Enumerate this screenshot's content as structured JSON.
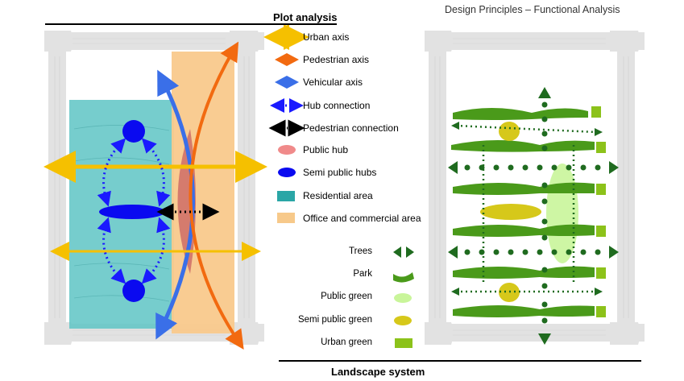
{
  "headers": {
    "plot_analysis": "Plot analysis",
    "design_principles": "Design Principles – Functional Analysis",
    "landscape_system": "Landscape system"
  },
  "plot_legend": [
    {
      "label": "Urban axis",
      "icon": "urban-axis-icon",
      "color": "#f5c000"
    },
    {
      "label": "Pedestrian axis",
      "icon": "pedestrian-axis-icon",
      "color": "#f26a10"
    },
    {
      "label": "Vehicular axis",
      "icon": "vehicular-axis-icon",
      "color": "#3a6fe8"
    },
    {
      "label": "Hub connection",
      "icon": "hub-connection-icon",
      "color": "#1a1aff"
    },
    {
      "label": "Pedestrian connection",
      "icon": "pedestrian-connection-icon",
      "color": "#000000"
    },
    {
      "label": "Public hub",
      "icon": "public-hub-icon",
      "color": "#f08a8a"
    },
    {
      "label": "Semi public hubs",
      "icon": "semi-public-hub-icon",
      "color": "#0a0af0"
    },
    {
      "label": "Residential area",
      "icon": "residential-area-icon",
      "color": "#2aa6a6"
    },
    {
      "label": "Office and commercial area",
      "icon": "office-area-icon",
      "color": "#f7c98a"
    }
  ],
  "landscape_legend": [
    {
      "label": "Trees",
      "icon": "trees-icon",
      "color": "#1f6b1f"
    },
    {
      "label": "Park",
      "icon": "park-icon",
      "color": "#4a9a1a"
    },
    {
      "label": "Public green",
      "icon": "public-green-icon",
      "color": "#c9f59a"
    },
    {
      "label": "Semi public green",
      "icon": "semi-public-green-icon",
      "color": "#d6c81a"
    },
    {
      "label": "Urban green",
      "icon": "urban-green-icon",
      "color": "#8cc21a"
    }
  ]
}
